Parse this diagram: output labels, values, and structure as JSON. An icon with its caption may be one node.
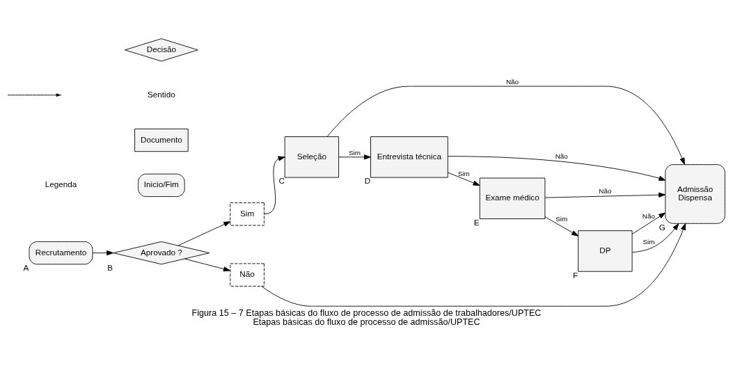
{
  "diagram": {
    "title": "Figura 15 – 7 Etapas básicas do fluxo de processo de admissão de trabalhadores/UPTEC",
    "caption": "Etapas básicas do fluxo de processo de admissão/UPTEC",
    "nodes": [
      {
        "text": [
          "Recrutamento"
        ],
        "beside": [
          "A"
        ]
      },
      {
        "text": [
          "Aprovado ?"
        ],
        "beside": [
          "B"
        ]
      },
      {
        "text": [
          "Sim"
        ]
      },
      {
        "text": [
          "Não"
        ]
      },
      {
        "text": [
          "Seleção"
        ],
        "beside": [
          "C"
        ]
      },
      {
        "text": [
          "Entrevista técnica"
        ],
        "beside": [
          "D"
        ]
      },
      {
        "text": [
          "Exame médico"
        ],
        "beside": [
          "E"
        ]
      },
      {
        "text": [
          "DP"
        ],
        "beside": [
          "F"
        ]
      },
      {
        "text": [
          "Admissão",
          "Dispensa"
        ],
        "beside": [
          "G"
        ]
      }
    ],
    "edges": [
      {
        "from": 0,
        "to": 1,
        "arrow": "to"
      },
      {
        "from": 1,
        "to": 2,
        "arrow": "to"
      },
      {
        "from": 1,
        "to": 3,
        "arrow": "to"
      },
      {
        "from": 2,
        "to": 4,
        "arrow": "to"
      },
      {
        "from": 4,
        "to": 5,
        "arrow": "to",
        "label": "Sim"
      },
      {
        "from": 5,
        "to": 6,
        "arrow": "to",
        "label": "Sim"
      },
      {
        "from": 6,
        "to": 7,
        "arrow": "to",
        "label": "Sim"
      },
      {
        "from": 7,
        "to": 8,
        "arrow": "to",
        "label": "Sim"
      },
      {
        "from": 3,
        "to": 8,
        "arrow": "to"
      },
      {
        "from": 4,
        "to": 8,
        "arrow": "to",
        "label": "Não"
      },
      {
        "from": 5,
        "to": 8,
        "arrow": "to",
        "label": "Não"
      },
      {
        "from": 6,
        "to": 8,
        "arrow": "to",
        "label": "Não"
      },
      {
        "from": 7,
        "to": 8,
        "arrow": "to",
        "label": "Não"
      }
    ],
    "labels": [
      "Legenda"
    ],
    "legend": [
      {
        "text": "Inicio/Fim"
      },
      {
        "text": "Decisão"
      },
      {
        "text": "Sentido"
      },
      {
        "text": "Documento"
      }
    ]
  }
}
